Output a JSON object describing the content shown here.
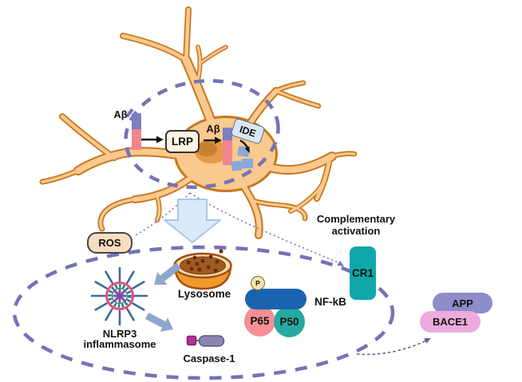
{
  "diagram": {
    "description": "Neuroinflammation pathway diagram: amyloid-beta uptake by astrocyte via LRP, degradation by IDE, ROS, lysosome, NLRP3 inflammasome, caspase-1, NF-kB, complement CR1, APP/BACE1",
    "labels": {
      "amyloid_beta_1": "Aβ",
      "amyloid_beta_2": "Aβ",
      "lrp": "LRP",
      "ide": "IDE",
      "ros": "ROS",
      "complementary_activation_line1": "Complementary",
      "complementary_activation_line2": "activation",
      "cr1": "CR1",
      "lysosome": "Lysosome",
      "nlrp3_line1": "NLRP3",
      "nlrp3_line2": "inflammasome",
      "caspase1": "Caspase-1",
      "nfkb": "NF-kB",
      "p65": "P65",
      "p50": "P50",
      "phosphate": "P",
      "app": "APP",
      "bace1": "BACE1"
    },
    "colors": {
      "cell_fill": "#FBC98D",
      "cell_outline": "#C8761E",
      "nucleus": "#E59A4B",
      "nucleolus": "#C8802F",
      "membrane_dash": "#7473B5",
      "amyloid_pink": "#F2838F",
      "amyloid_purple": "#7B7EC3",
      "fragment_blue": "#87A9DC",
      "lrp_box_fill": "#FCF3E2",
      "ide_box_fill": "#D9E7F5",
      "ros_fill": "#FADCC0",
      "block_arrow_fill": "#DBE9F8",
      "lysosome_orange": "#EF9A2B",
      "lysosome_rim": "#F6D9A8",
      "lysosome_interior": "#9D5B1F",
      "inflammasome_spike": "#3E6B94",
      "inflammasome_pink_ring": "#E0507E",
      "inflammasome_teal_ring": "#1F8081",
      "inflammasome_core": "#7B4FA0",
      "steel_arrow": "#8FA6CE",
      "caspase_square": "#B5309A",
      "caspase_capsule": "#8B85B1",
      "nfkb_capsule": "#1B63AF",
      "p65_fill": "#F58F95",
      "p50_fill": "#27A8A1",
      "phosphate_fill": "#F1E5AC",
      "cr1_fill": "#0FA7AA",
      "app_fill": "#8E8CC9",
      "bace1_fill": "#ECABDC"
    }
  }
}
